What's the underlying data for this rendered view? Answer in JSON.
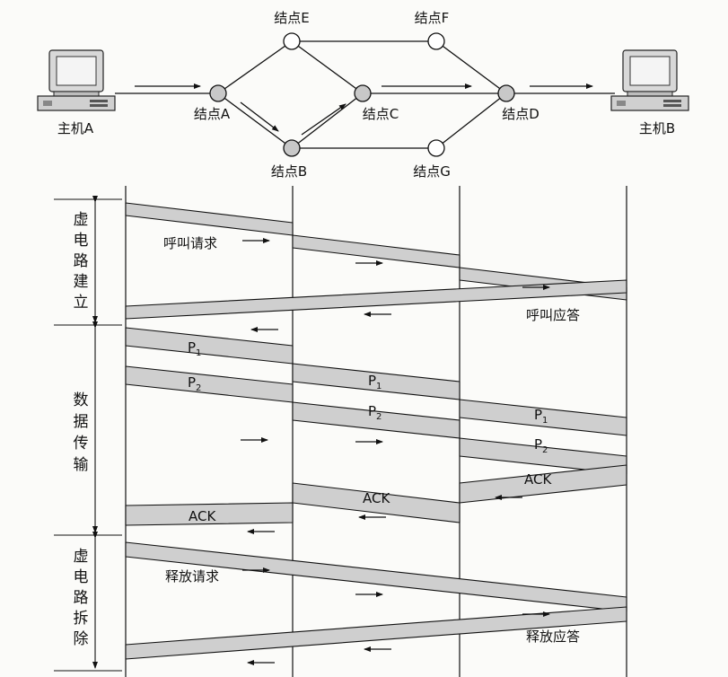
{
  "topology": {
    "host_a": "主机A",
    "host_b": "主机B",
    "node_a": "结点A",
    "node_b": "结点B",
    "node_c": "结点C",
    "node_d": "结点D",
    "node_e": "结点E",
    "node_f": "结点F",
    "node_g": "结点G"
  },
  "phases": {
    "setup": [
      "虚",
      "电",
      "路",
      "建",
      "立"
    ],
    "transfer": [
      "数",
      "据",
      "传",
      "输"
    ],
    "teardown": [
      "虚",
      "电",
      "路",
      "拆",
      "除"
    ]
  },
  "messages": {
    "call_request": "呼叫请求",
    "call_accept": "呼叫应答",
    "release_request": "释放请求",
    "release_accept": "释放应答",
    "ack": "ACK",
    "packet_p": "P",
    "sub_1": "1",
    "sub_2": "2"
  },
  "colors": {
    "band_fill": "#cfcfcf",
    "node_fill": "#c8c8c8",
    "line": "#111111"
  }
}
